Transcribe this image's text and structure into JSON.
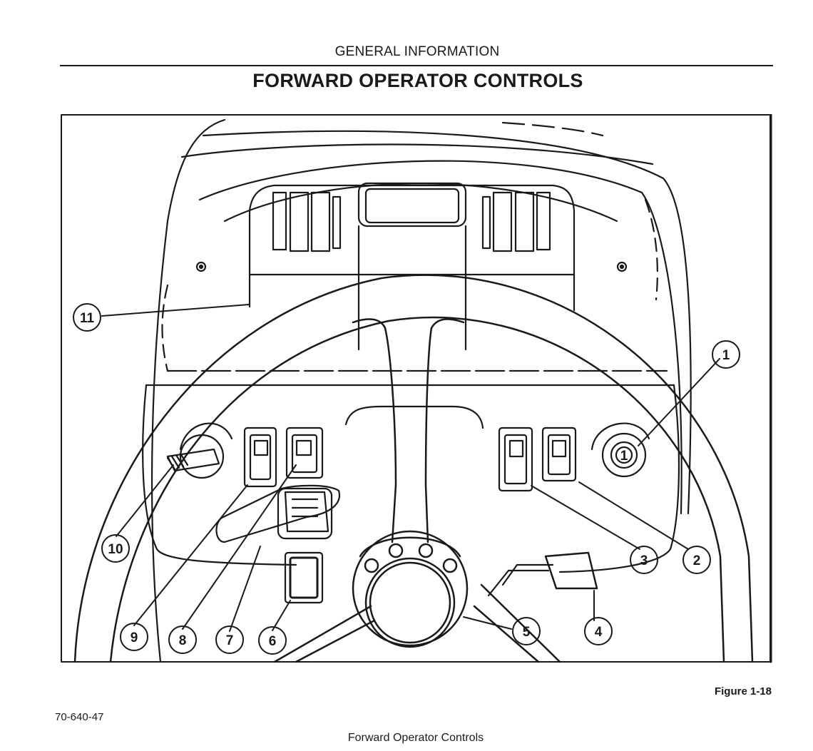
{
  "header": {
    "section": "GENERAL INFORMATION",
    "title": "FORWARD OPERATOR CONTROLS"
  },
  "figure": {
    "label": "Figure 1-18",
    "caption": "Forward Operator Controls",
    "doc_number": "70-640-47",
    "callouts": [
      "1",
      "2",
      "3",
      "4",
      "5",
      "6",
      "7",
      "8",
      "9",
      "10",
      "11"
    ],
    "switch_label": "1"
  }
}
